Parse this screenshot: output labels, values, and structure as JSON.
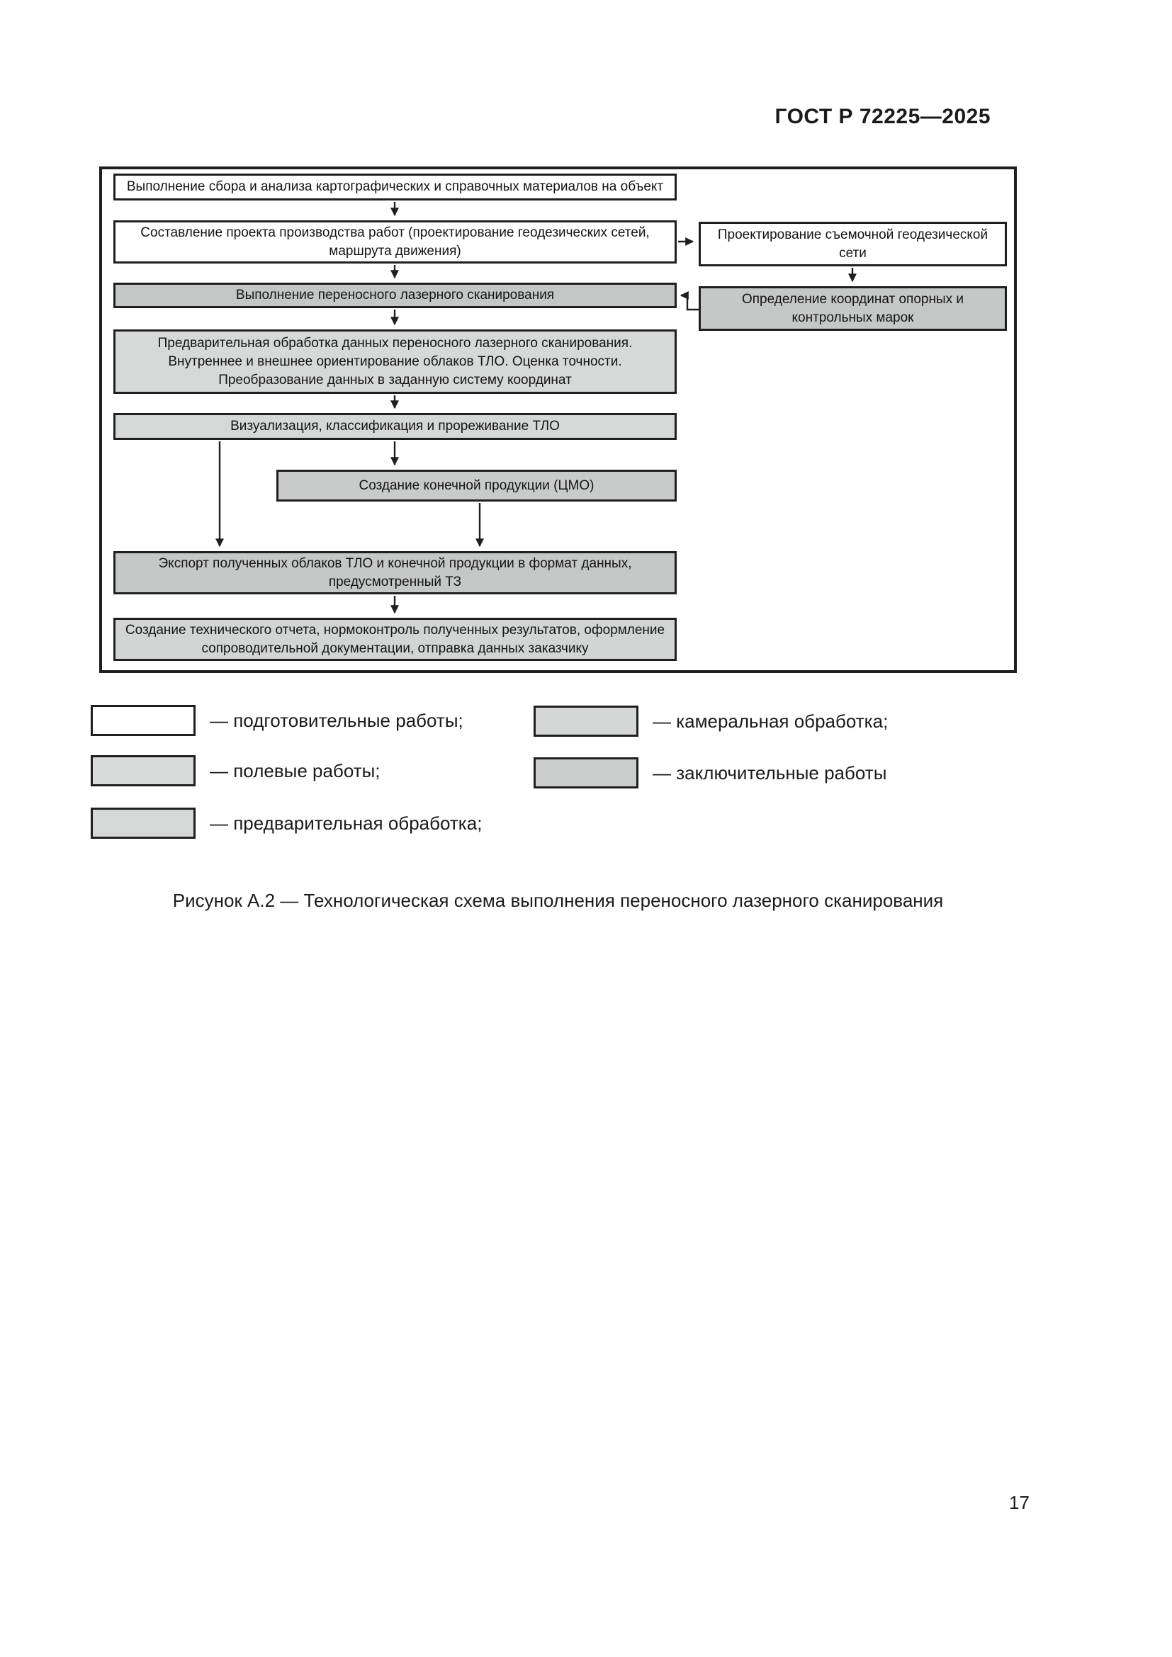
{
  "header": {
    "title": "ГОСТ Р 72225—2025"
  },
  "flowchart": {
    "boxes": {
      "collect": {
        "label": "Выполнение сбора и анализа картографических и справочных материалов на объект",
        "color": "#ffffff"
      },
      "project": {
        "lines": [
          "Составление проекта производства работ (проектирование геодезических сетей,",
          "маршрута движения)"
        ],
        "color": "#ffffff"
      },
      "survey_net": {
        "lines": [
          "Проектирование съемочной геодезической",
          "сети"
        ],
        "color": "#ffffff"
      },
      "scanning": {
        "label": "Выполнение переносного лазерного сканирования",
        "color": "#c5c7c6"
      },
      "coords": {
        "lines": [
          "Определение координат опорных и",
          "контрольных марок"
        ],
        "color": "#c6c8c7"
      },
      "preprocess": {
        "lines": [
          "Предварительная обработка данных переносного лазерного сканирования.",
          "Внутреннее и внешнее ориентирование облаков ТЛО. Оценка точности.",
          "Преобразование данных в заданную систему координат"
        ],
        "color": "#d7d9d8"
      },
      "visualization": {
        "label": "Визуализация, классификация и прореживание ТЛО",
        "color": "#d6d8d7"
      },
      "final_product": {
        "label": "Создание конечной продукции (ЦМО)",
        "color": "#c9cbca"
      },
      "export": {
        "lines": [
          "Экспорт полученных облаков ТЛО и конечной продукции в формат данных,",
          "предусмотренный ТЗ"
        ],
        "color": "#c6c8c7"
      },
      "report": {
        "lines": [
          "Создание технического отчета, нормоконтроль полученных результатов, оформление",
          "сопроводительной документации, отправка данных заказчику"
        ],
        "color": "#d3d5d4"
      }
    },
    "line_color": "#1f1f1f"
  },
  "legend": {
    "items": [
      {
        "label": "— подготовительные работы;",
        "color": "#ffffff"
      },
      {
        "label": "— полевые работы;",
        "color": "#d9dbda"
      },
      {
        "label": "— предварительная обработка;",
        "color": "#d6d8d7"
      },
      {
        "label": "— камеральная обработка;",
        "color": "#d5d7d6"
      },
      {
        "label": "— заключительные работы",
        "color": "#cbcdcc"
      }
    ]
  },
  "caption": "Рисунок А.2 — Технологическая схема выполнения переносного лазерного сканирования",
  "page_number": "17"
}
